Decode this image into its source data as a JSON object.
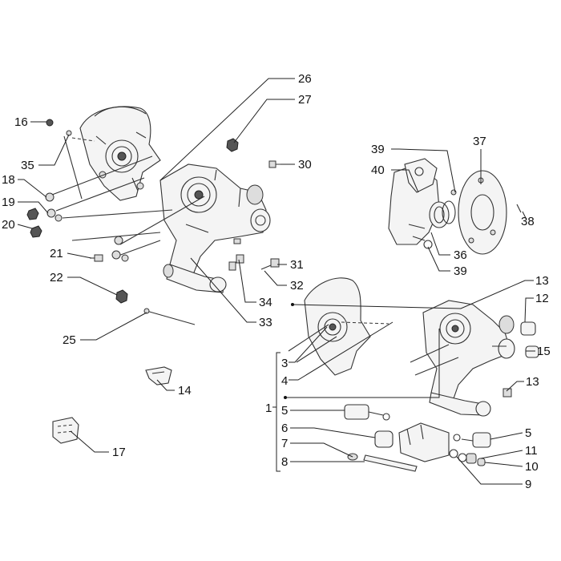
{
  "callouts": [
    {
      "label": "1"
    },
    {
      "label": "3"
    },
    {
      "label": "4"
    },
    {
      "label": "5"
    },
    {
      "label": "5"
    },
    {
      "label": "6"
    },
    {
      "label": "7"
    },
    {
      "label": "8"
    },
    {
      "label": "9"
    },
    {
      "label": "10"
    },
    {
      "label": "11"
    },
    {
      "label": "12"
    },
    {
      "label": "13"
    },
    {
      "label": "13"
    },
    {
      "label": "14"
    },
    {
      "label": "15"
    },
    {
      "label": "16"
    },
    {
      "label": "17"
    },
    {
      "label": "18"
    },
    {
      "label": "19"
    },
    {
      "label": "20"
    },
    {
      "label": "21"
    },
    {
      "label": "22"
    },
    {
      "label": "25"
    },
    {
      "label": "26"
    },
    {
      "label": "27"
    },
    {
      "label": "30"
    },
    {
      "label": "31"
    },
    {
      "label": "32"
    },
    {
      "label": "33"
    },
    {
      "label": "34"
    },
    {
      "label": "35"
    },
    {
      "label": "36"
    },
    {
      "label": "37"
    },
    {
      "label": "38"
    },
    {
      "label": "39"
    },
    {
      "label": "39"
    },
    {
      "label": "40"
    }
  ]
}
